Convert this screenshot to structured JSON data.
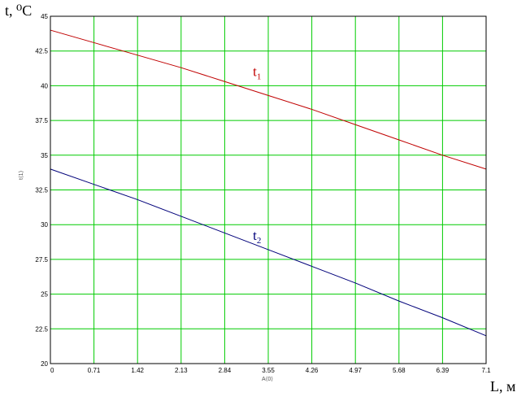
{
  "chart_data": {
    "type": "line",
    "ylabel": "t, ⁰C",
    "xlabel": "L, м",
    "y_axis_var": "t⟨1⟩",
    "x_axis_var": "A⟨0⟩",
    "xlim": [
      0,
      7.1
    ],
    "ylim": [
      20,
      45
    ],
    "x_ticks": [
      "0",
      "0.71",
      "1.42",
      "2.13",
      "2.84",
      "3.55",
      "4.26",
      "4.97",
      "5.68",
      "6.39",
      "7.1"
    ],
    "y_ticks": [
      "20",
      "22.5",
      "25",
      "27.5",
      "30",
      "32.5",
      "35",
      "37.5",
      "40",
      "42.5",
      "45"
    ],
    "grid": true,
    "series": [
      {
        "name": "t1",
        "label_main": "t",
        "label_sub": "1",
        "color": "#c00000",
        "label_at": [
          3.3,
          40.7
        ],
        "x": [
          0,
          0.71,
          1.42,
          2.13,
          2.84,
          3.55,
          4.26,
          4.97,
          5.68,
          6.39,
          7.1
        ],
        "y": [
          44.0,
          43.1,
          42.2,
          41.3,
          40.3,
          39.3,
          38.3,
          37.2,
          36.1,
          35.0,
          34.0
        ]
      },
      {
        "name": "t2",
        "label_main": "t",
        "label_sub": "2",
        "color": "#00007a",
        "label_at": [
          3.3,
          28.9
        ],
        "x": [
          0,
          0.71,
          1.42,
          2.13,
          2.84,
          3.55,
          4.26,
          4.97,
          5.68,
          6.39,
          7.1
        ],
        "y": [
          34.0,
          32.9,
          31.8,
          30.6,
          29.4,
          28.2,
          27.0,
          25.8,
          24.5,
          23.3,
          22.0
        ]
      }
    ],
    "colors": {
      "grid": "#00cc00",
      "frame": "#000000"
    }
  }
}
